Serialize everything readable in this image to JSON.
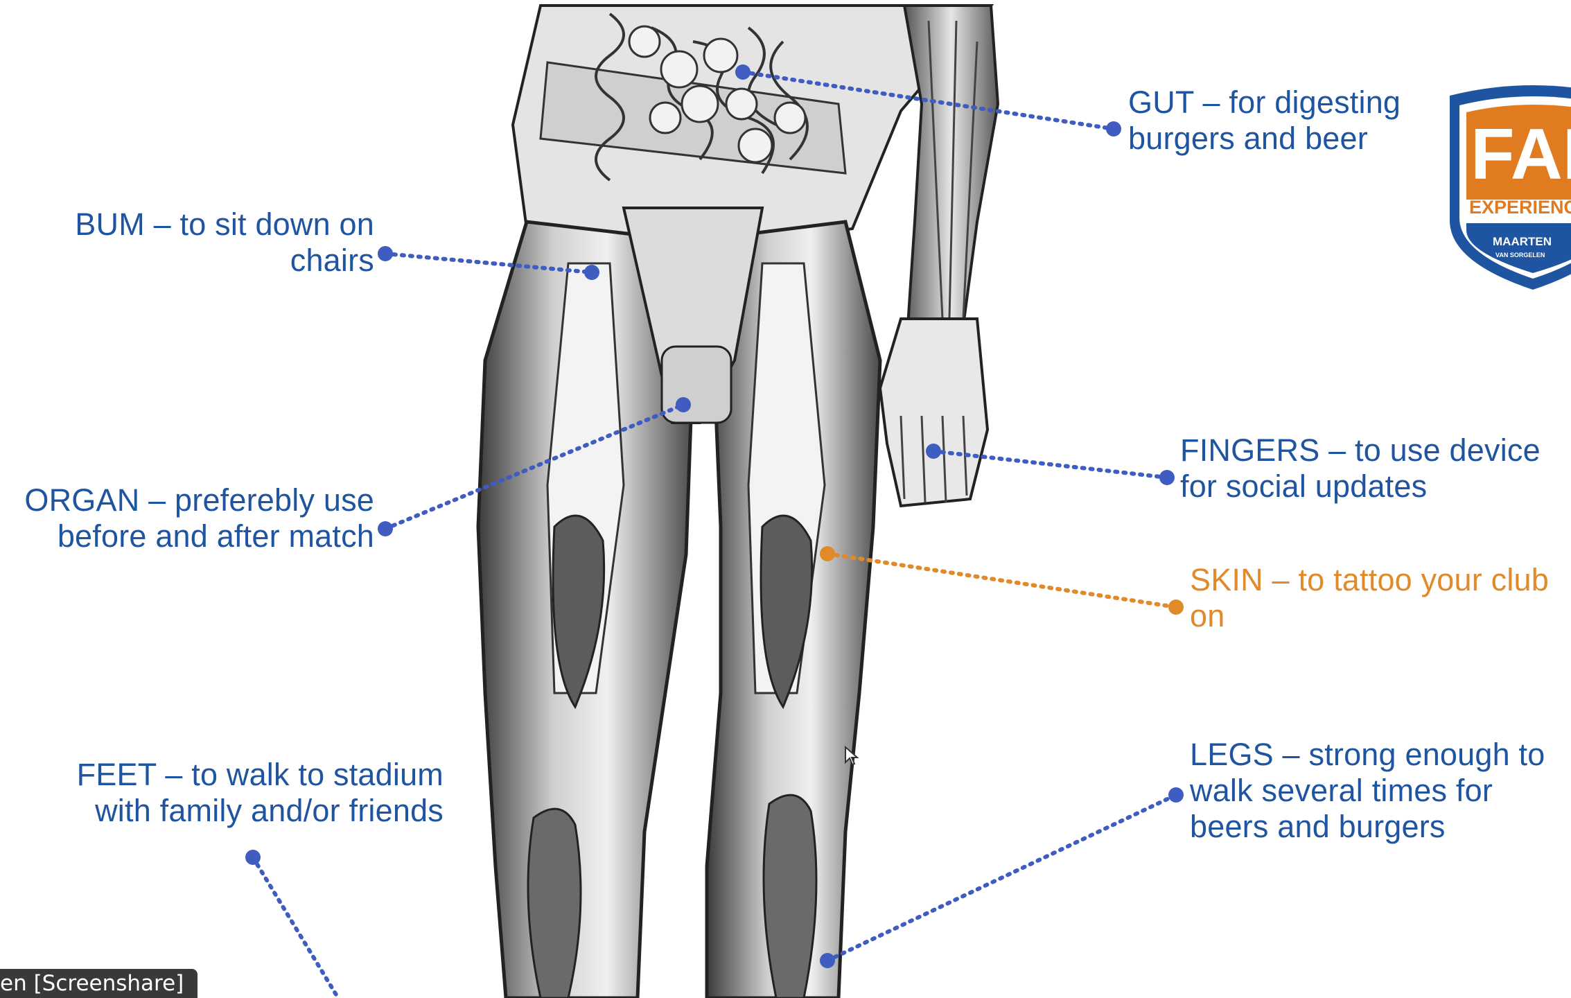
{
  "annotations": [
    {
      "id": "gut",
      "head": "GUT",
      "text": " – for digesting burgers and beer",
      "color": "#1f55a0"
    },
    {
      "id": "bum",
      "head": "BUM",
      "text": " – to sit down on chairs",
      "color": "#1f55a0"
    },
    {
      "id": "fingers",
      "head": "FINGERS",
      "text": " – to use device for social updates",
      "color": "#1f55a0"
    },
    {
      "id": "organ",
      "head": "ORGAN",
      "text": " – preferebly use before and after match",
      "color": "#1f55a0"
    },
    {
      "id": "skin",
      "head": "SKIN",
      "text": " – to tattoo your club on",
      "color": "#e08a2a"
    },
    {
      "id": "legs",
      "head": "LEGS",
      "text": " – strong enough to walk several times for beers and burgers",
      "color": "#1f55a0"
    },
    {
      "id": "feet",
      "head": "FEET",
      "text": " – to walk to stadium with family and/or friends",
      "color": "#1f55a0"
    }
  ],
  "logo": {
    "brand_text": "FAN",
    "sub_text": "EXPERIENCE",
    "owner": "MAARTEN",
    "owner_sub": "VAN SORGELEN",
    "colors": {
      "shield": "#e07b20",
      "border": "#1f55a0",
      "white": "#ffffff"
    }
  },
  "screenshare_label": "en [Screenshare]",
  "colors": {
    "blue": "#1f55a0",
    "orange": "#e08a2a",
    "dot_blue": "#3f5cc0"
  }
}
